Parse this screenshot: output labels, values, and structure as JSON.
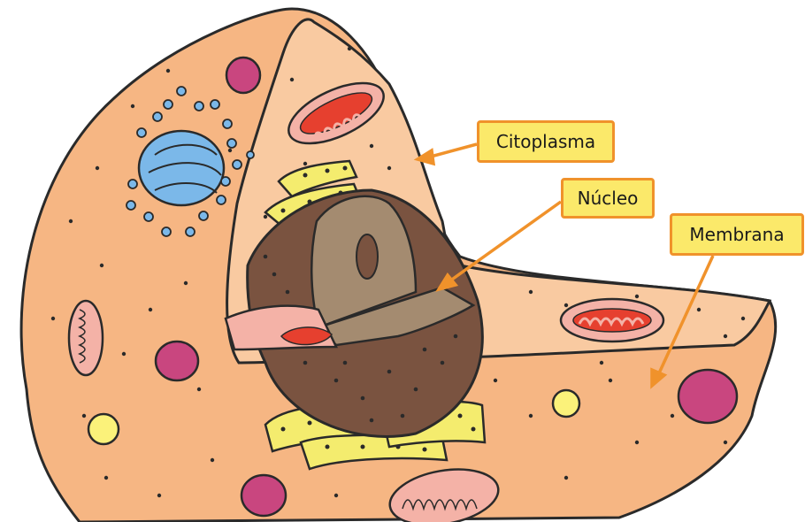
{
  "labels": {
    "citoplasma": "Citoplasma",
    "nucleo": "Núcleo",
    "membrana": "Membrana"
  },
  "colors": {
    "cytoplasm": "#f6b683",
    "cytoplasm_inner": "#f9caa1",
    "outline": "#3a3a3a",
    "nucleus": "#7a5340",
    "nucleus_inner": "#a48b70",
    "er": "#f4ec6e",
    "mitochondria": "#f4b2a7",
    "mitochondria_inner": "#e6402f",
    "vesicle": "#c9467f",
    "lysosome": "#fbf27a",
    "golgi": "#7bb8e9",
    "arrow": "#f0922b",
    "label_fill": "#fbe96a"
  }
}
